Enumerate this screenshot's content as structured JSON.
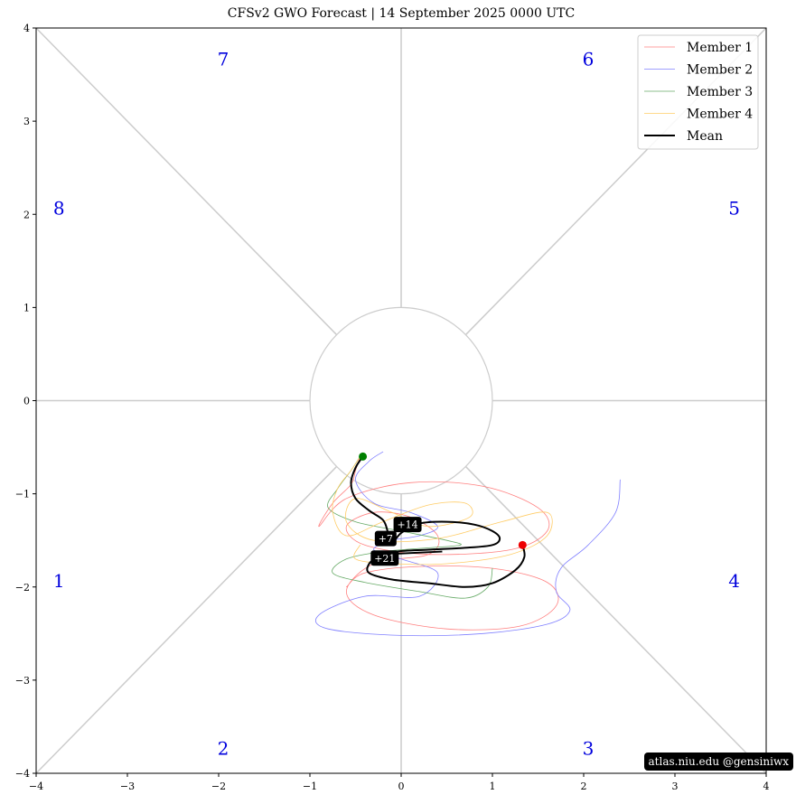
{
  "chart_data": {
    "type": "line",
    "title": "CFSv2 GWO Forecast   |   14  September  2025 0000 UTC",
    "xlabel": "",
    "ylabel": "",
    "xlim": [
      -4,
      4
    ],
    "ylim": [
      -4,
      4
    ],
    "xticks": [
      -4,
      -3,
      -2,
      -1,
      0,
      1,
      2,
      3,
      4
    ],
    "yticks": [
      -4,
      -3,
      -2,
      -1,
      0,
      1,
      2,
      3,
      4
    ],
    "grid": false,
    "legend_position": "top-right",
    "phase_labels": [
      {
        "label": "1",
        "x": -3.75,
        "y": -1.95
      },
      {
        "label": "2",
        "x": -1.95,
        "y": -3.75
      },
      {
        "label": "3",
        "x": 2.05,
        "y": -3.75
      },
      {
        "label": "4",
        "x": 3.65,
        "y": -1.95
      },
      {
        "label": "5",
        "x": 3.65,
        "y": 2.05
      },
      {
        "label": "6",
        "x": 2.05,
        "y": 3.65
      },
      {
        "label": "7",
        "x": -1.95,
        "y": 3.65
      },
      {
        "label": "8",
        "x": -3.75,
        "y": 2.05
      }
    ],
    "phase_label_color": "#0000dd",
    "series": [
      {
        "name": "Member 1",
        "color": "#ff8080",
        "x": [
          -0.45,
          -0.5,
          -0.55,
          -0.75,
          -0.9,
          -0.6,
          0.1,
          0.9,
          1.5,
          1.6,
          1.2,
          0.3,
          -0.4,
          -0.6,
          -0.3,
          0.1,
          0.4,
          0.3,
          -0.3,
          -0.6,
          -0.3,
          0.5,
          1.3,
          1.7,
          1.6,
          1.0,
          0.2,
          -0.4,
          -0.6
        ],
        "y": [
          -0.6,
          -0.75,
          -0.9,
          -1.1,
          -1.35,
          -1.05,
          -0.88,
          -0.92,
          -1.15,
          -1.4,
          -1.6,
          -1.65,
          -1.55,
          -1.35,
          -1.2,
          -1.25,
          -1.45,
          -1.65,
          -1.75,
          -2.05,
          -2.3,
          -2.45,
          -2.42,
          -2.2,
          -1.95,
          -1.8,
          -1.78,
          -1.85,
          -2.0
        ]
      },
      {
        "name": "Member 2",
        "color": "#8080ff",
        "x": [
          -0.2,
          -0.35,
          -0.5,
          -0.3,
          0.1,
          0.4,
          0.2,
          -0.1,
          -0.3,
          0.0,
          0.4,
          0.2,
          -0.4,
          -0.9,
          -0.8,
          0.0,
          0.9,
          1.6,
          1.85,
          1.7,
          1.75,
          2.05,
          2.35,
          2.4
        ],
        "y": [
          -0.55,
          -0.65,
          -0.85,
          -1.1,
          -1.2,
          -1.35,
          -1.45,
          -1.5,
          -1.6,
          -1.7,
          -1.85,
          -2.1,
          -2.1,
          -2.3,
          -2.45,
          -2.52,
          -2.5,
          -2.4,
          -2.25,
          -2.05,
          -1.8,
          -1.55,
          -1.2,
          -0.85
        ]
      },
      {
        "name": "Member 3",
        "color": "#66aa66",
        "x": [
          -0.45,
          -0.55,
          -0.7,
          -0.8,
          -0.5,
          0.0,
          0.5,
          0.65,
          0.3,
          -0.2,
          -0.6,
          -0.75,
          -0.4,
          0.2,
          0.7,
          0.95,
          1.0
        ],
        "y": [
          -0.6,
          -0.75,
          -0.95,
          -1.15,
          -1.3,
          -1.4,
          -1.5,
          -1.55,
          -1.58,
          -1.62,
          -1.7,
          -1.85,
          -1.95,
          -2.05,
          -2.12,
          -2.0,
          -1.8
        ]
      },
      {
        "name": "Member 4",
        "color": "#ffcc66",
        "x": [
          -0.45,
          -0.55,
          -0.7,
          -0.75,
          -0.6,
          -0.2,
          0.3,
          0.7,
          0.75,
          0.3,
          -0.1,
          -0.5,
          -0.6,
          -0.3,
          0.4,
          1.1,
          1.6,
          1.6,
          1.2,
          0.5,
          -0.1,
          -0.5,
          -0.45
        ],
        "y": [
          -0.6,
          -0.75,
          -0.95,
          -1.2,
          -1.45,
          -1.3,
          -1.12,
          -1.1,
          -1.25,
          -1.35,
          -1.2,
          -1.05,
          -1.3,
          -1.5,
          -1.48,
          -1.3,
          -1.2,
          -1.45,
          -1.65,
          -1.75,
          -1.75,
          -1.7,
          -1.55
        ]
      },
      {
        "name": "Mean",
        "color": "#000000",
        "x": [
          -0.42,
          -0.5,
          -0.55,
          -0.5,
          -0.35,
          -0.2,
          -0.15,
          -0.12,
          0.0,
          0.2,
          0.5,
          0.8,
          1.0,
          1.08,
          1.0,
          0.7,
          0.3,
          -0.05,
          -0.25,
          -0.35,
          -0.35,
          -0.1,
          0.3,
          0.7,
          1.0,
          1.25,
          1.35,
          1.33
        ],
        "y": [
          -0.6,
          -0.72,
          -0.88,
          -1.05,
          -1.18,
          -1.28,
          -1.4,
          -1.55,
          -1.42,
          -1.32,
          -1.3,
          -1.33,
          -1.4,
          -1.48,
          -1.55,
          -1.58,
          -1.6,
          -1.62,
          -1.68,
          -1.75,
          -1.85,
          -1.92,
          -1.96,
          -2.0,
          -1.96,
          -1.82,
          -1.68,
          -1.55
        ]
      }
    ],
    "mean_tail": {
      "x": [
        -0.2,
        0.45
      ],
      "y": [
        -1.65,
        -1.62
      ]
    },
    "start_point": {
      "x": -0.42,
      "y": -0.6,
      "color": "#008000"
    },
    "end_point": {
      "x": 1.33,
      "y": -1.55,
      "color": "#ee0000"
    },
    "day_labels": [
      {
        "label": "+7",
        "x": -0.17,
        "y": -1.48
      },
      {
        "label": "+14",
        "x": 0.07,
        "y": -1.33
      },
      {
        "label": "+21",
        "x": -0.18,
        "y": -1.69
      }
    ]
  },
  "watermark": "atlas.niu.edu  @gensiniwx"
}
